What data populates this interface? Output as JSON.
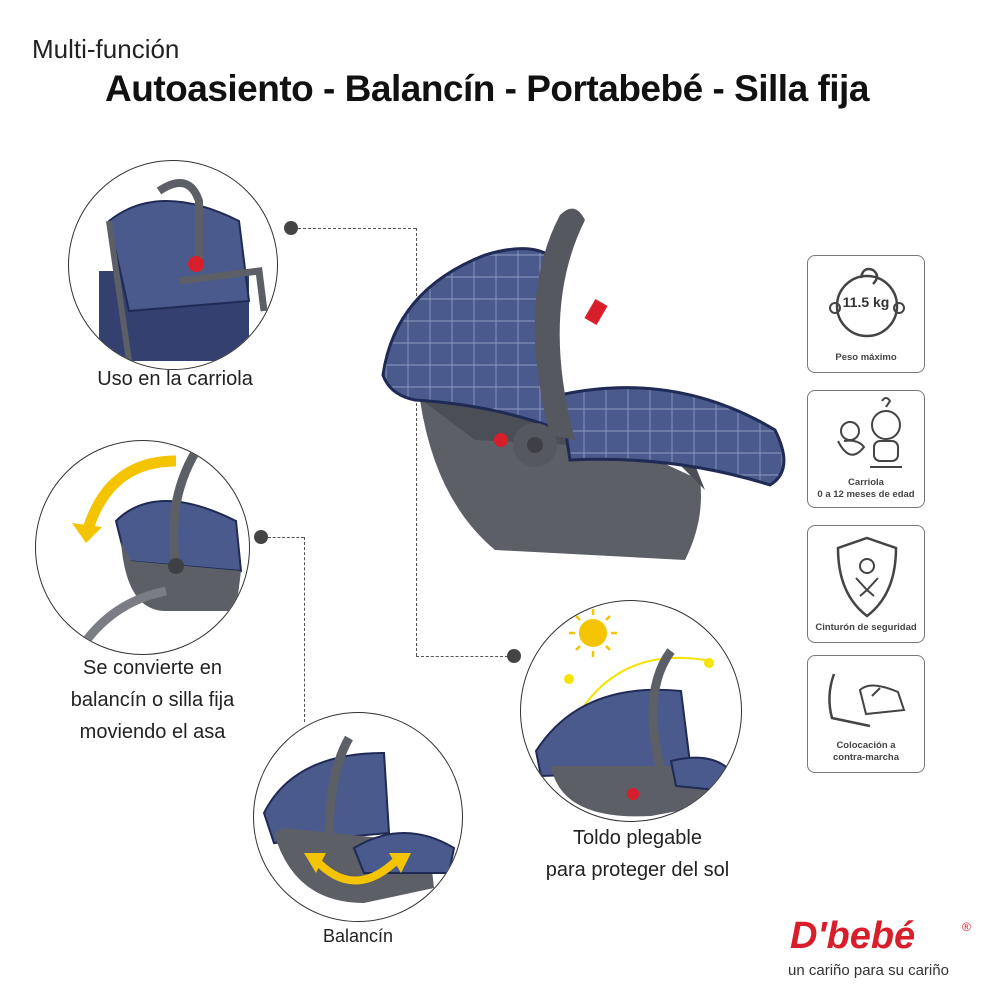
{
  "header": {
    "subtitle": "Multi-función",
    "title": "Autoasiento - Balancín - Portabebé - Silla fija"
  },
  "features": {
    "carriola": "Uso en la carriola",
    "balancin_line1": "Se convierte en",
    "balancin_line2": "balancín o silla fija",
    "balancin_line3": "moviendo el asa",
    "rocker": "Balancín",
    "canopy_line1": "Toldo plegable",
    "canopy_line2": "para proteger del sol"
  },
  "specs": [
    {
      "value": "11.5 kg",
      "label": "Peso máximo",
      "icon": "baby-head-icon"
    },
    {
      "label_line1": "Carriola",
      "label_line2": "0 a 12 meses de edad",
      "icon": "baby-age-icon"
    },
    {
      "label": "Cinturón de seguridad",
      "icon": "shield-harness-icon"
    },
    {
      "label_line1": "Colocación a",
      "label_line2": "contra-marcha",
      "icon": "rear-facing-seat-icon"
    }
  ],
  "brand": {
    "logo": "D'bebé",
    "registered": "®",
    "slogan": "un cariño para su cariño"
  },
  "colors": {
    "fabric": "#4a5a8c",
    "shell": "#5c5f66",
    "brand_red": "#d81e2a",
    "arrow_yellow": "#f5c400"
  }
}
